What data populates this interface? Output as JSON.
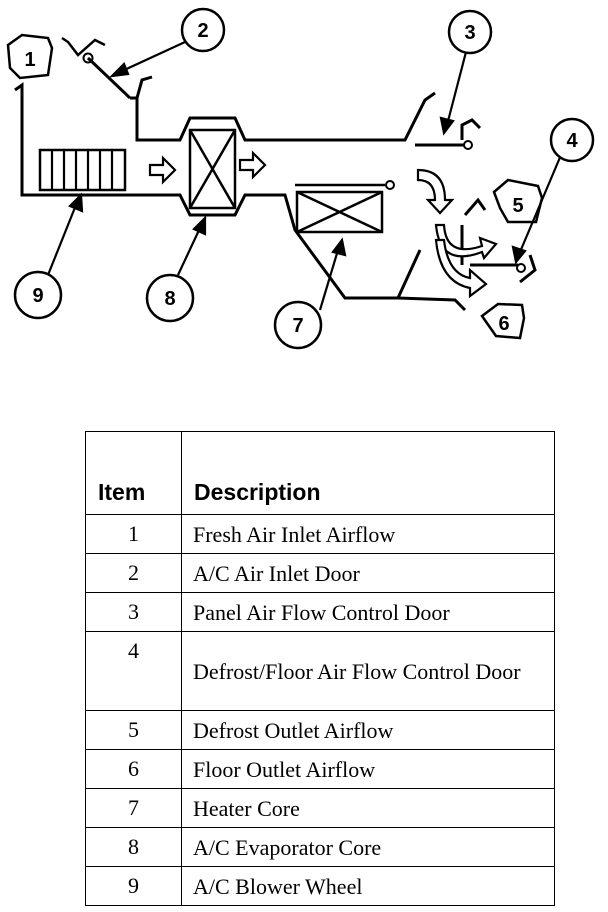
{
  "callouts": [
    "1",
    "2",
    "3",
    "4",
    "5",
    "6",
    "7",
    "8",
    "9"
  ],
  "table": {
    "header_item": "Item",
    "header_description": "Description",
    "rows": [
      {
        "item": "1",
        "description": "Fresh Air Inlet Airflow"
      },
      {
        "item": "2",
        "description": "A/C Air Inlet Door"
      },
      {
        "item": "3",
        "description": "Panel Air Flow Control Door"
      },
      {
        "item": "4",
        "description": "Defrost/Floor Air Flow Control Door"
      },
      {
        "item": "5",
        "description": "Defrost Outlet Airflow"
      },
      {
        "item": "6",
        "description": "Floor Outlet Airflow"
      },
      {
        "item": "7",
        "description": "Heater Core"
      },
      {
        "item": "8",
        "description": "A/C Evaporator Core"
      },
      {
        "item": "9",
        "description": "A/C Blower Wheel"
      }
    ]
  }
}
